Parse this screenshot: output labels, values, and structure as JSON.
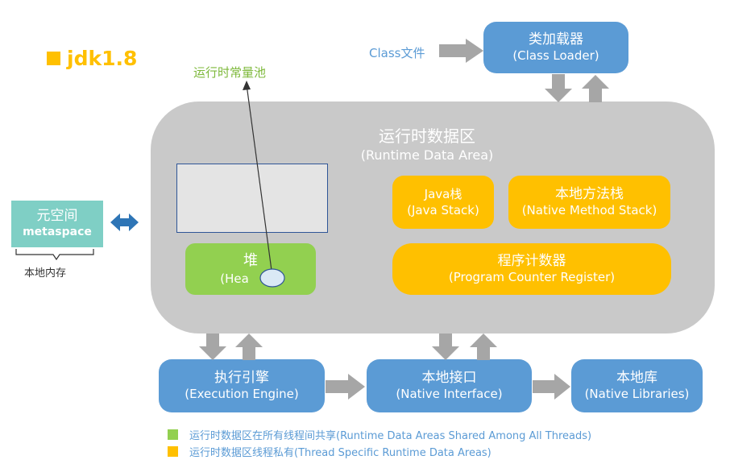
{
  "version": "jdk1.8",
  "class_file": "Class文件",
  "class_loader": {
    "cn": "类加载器",
    "en": "(Class Loader)"
  },
  "runtime_area": {
    "cn": "运行时数据区",
    "en": "(Runtime Data Area)"
  },
  "constant_pool": "运行时常量池",
  "heap": {
    "cn": "堆",
    "en": "(Hea"
  },
  "java_stack": {
    "cn": "Java栈",
    "en": "(Java Stack)"
  },
  "native_method_stack": {
    "cn": "本地方法栈",
    "en": "(Native Method Stack)"
  },
  "pc_register": {
    "cn": "程序计数器",
    "en": "(Program Counter Register)"
  },
  "metaspace": {
    "cn": "元空间",
    "en": "metaspace",
    "note": "本地内存"
  },
  "execution_engine": {
    "cn": "执行引擎",
    "en": "(Execution Engine)"
  },
  "native_interface": {
    "cn": "本地接口",
    "en": "(Native Interface)"
  },
  "native_libraries": {
    "cn": "本地库",
    "en": "(Native Libraries)"
  },
  "legend": {
    "shared": "运行时数据区在所有线程间共享(Runtime Data Areas Shared Among All Threads)",
    "private": "运行时数据区线程私有(Thread Specific Runtime Data Areas)"
  },
  "colors": {
    "blue": "#5b9bd5",
    "orange": "#ffc000",
    "green": "#92d050",
    "gray": "#a6a6a6",
    "teal": "#7fcfc5",
    "area": "#c9c9c9"
  }
}
